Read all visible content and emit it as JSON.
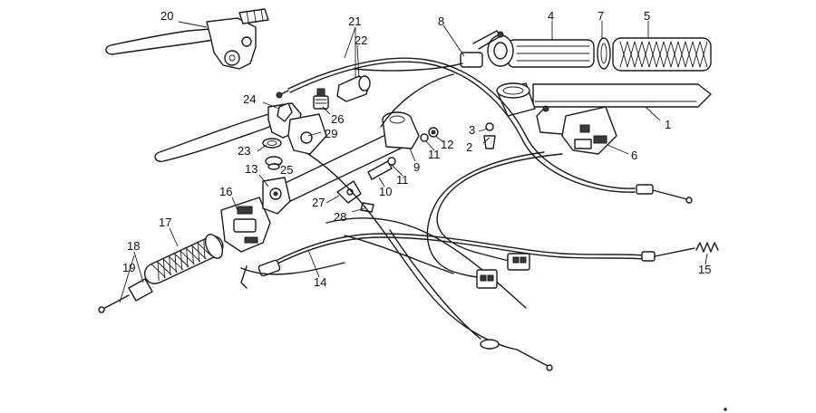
{
  "diagram": {
    "labels": [
      {
        "id": "n1",
        "text": "1"
      },
      {
        "id": "n2",
        "text": "2"
      },
      {
        "id": "n3",
        "text": "3"
      },
      {
        "id": "n4",
        "text": "4"
      },
      {
        "id": "n5",
        "text": "5"
      },
      {
        "id": "n6",
        "text": "6"
      },
      {
        "id": "n7",
        "text": "7"
      },
      {
        "id": "n8",
        "text": "8"
      },
      {
        "id": "n9",
        "text": "9"
      },
      {
        "id": "n10",
        "text": "10"
      },
      {
        "id": "n11a",
        "text": "11"
      },
      {
        "id": "n11b",
        "text": "11"
      },
      {
        "id": "n12",
        "text": "12"
      },
      {
        "id": "n13",
        "text": "13"
      },
      {
        "id": "n14",
        "text": "14"
      },
      {
        "id": "n15",
        "text": "15"
      },
      {
        "id": "n16",
        "text": "16"
      },
      {
        "id": "n17",
        "text": "17"
      },
      {
        "id": "n18",
        "text": "18"
      },
      {
        "id": "n19",
        "text": "19"
      },
      {
        "id": "n20",
        "text": "20"
      },
      {
        "id": "n21",
        "text": "21"
      },
      {
        "id": "n22",
        "text": "22"
      },
      {
        "id": "n23",
        "text": "23"
      },
      {
        "id": "n24",
        "text": "24"
      },
      {
        "id": "n25",
        "text": "25"
      },
      {
        "id": "n26",
        "text": "26"
      },
      {
        "id": "n27",
        "text": "27"
      },
      {
        "id": "n28",
        "text": "28"
      },
      {
        "id": "n29",
        "text": "29"
      }
    ]
  }
}
